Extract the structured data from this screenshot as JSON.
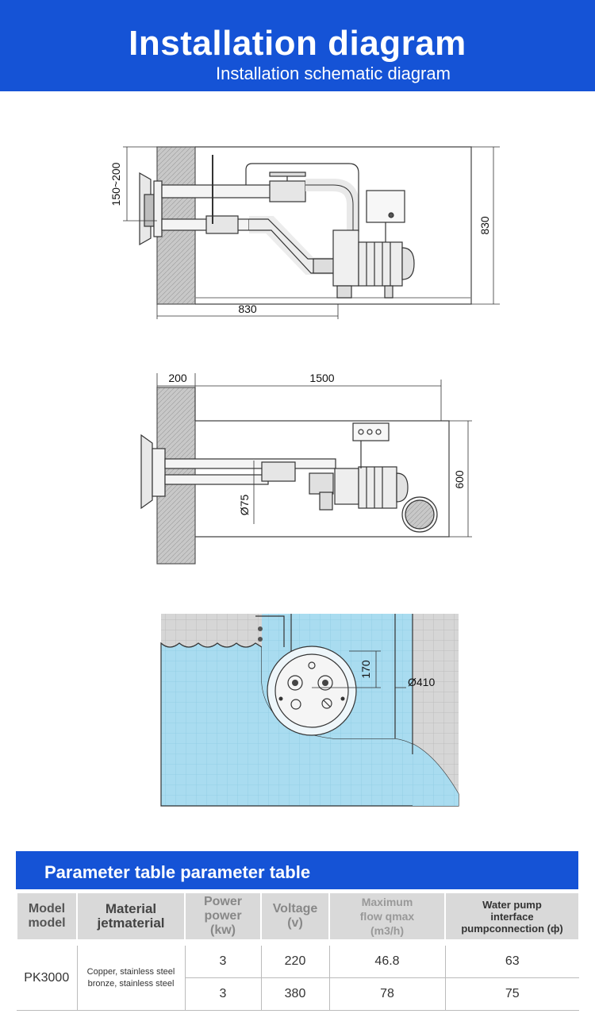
{
  "header": {
    "title": "Installation diagram",
    "subtitle": "Installation schematic diagram"
  },
  "diagram1": {
    "dim_height_left": "150~200",
    "dim_width": "830",
    "dim_height_right": "830"
  },
  "diagram2": {
    "dim_wall": "200",
    "dim_length": "1500",
    "dim_pipe": "Ø75",
    "dim_height": "600"
  },
  "diagram3": {
    "dim_offset": "170",
    "dim_diameter": "Ø410"
  },
  "table": {
    "title": "Parameter table parameter table",
    "headers": {
      "model": [
        "Model",
        "model"
      ],
      "material": [
        "Material",
        "jetmaterial"
      ],
      "power": [
        "Power",
        "power",
        "(kw)"
      ],
      "voltage": [
        "Voltage",
        "(v)"
      ],
      "flow": [
        "Maximum",
        "flow qmax",
        "(m3/h)"
      ],
      "pump": [
        "Water pump",
        "interface",
        "pumpconnection (ф)"
      ]
    },
    "model": "PK3000",
    "material": [
      "Copper, stainless steel",
      "bronze, stainless steel"
    ],
    "rows": [
      {
        "power": "3",
        "voltage": "220",
        "flow": "46.8",
        "pump": "63"
      },
      {
        "power": "3",
        "voltage": "380",
        "flow": "78",
        "pump": "75"
      }
    ]
  },
  "colors": {
    "brand_blue": "#1553d6",
    "water": "#a9dcf0",
    "tile": "#d6d6d6",
    "header_bg": "#d9d9d9"
  }
}
